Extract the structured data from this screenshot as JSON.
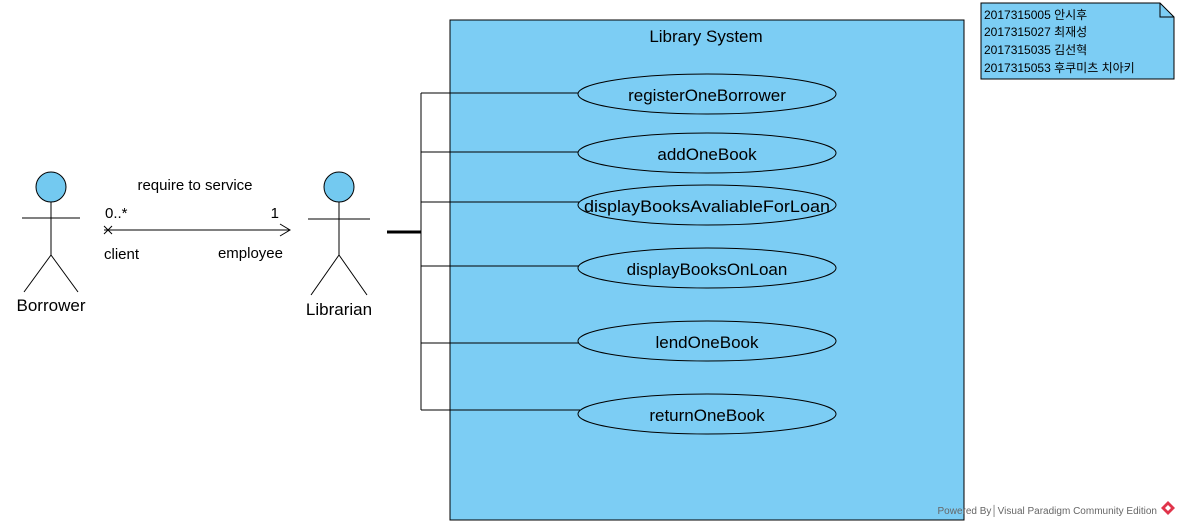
{
  "diagram": {
    "system_title": "Library System",
    "actors": [
      {
        "name": "Borrower"
      },
      {
        "name": "Librarian"
      }
    ],
    "association": {
      "name": "require to service",
      "source_multiplicity": "0..*",
      "target_multiplicity": "1",
      "source_role": "client",
      "target_role": "employee"
    },
    "use_cases": [
      {
        "label": "registerOneBorrower"
      },
      {
        "label": "addOneBook"
      },
      {
        "label": "displayBooksAvaliableForLoan"
      },
      {
        "label": "displayBooksOnLoan"
      },
      {
        "label": "lendOneBook"
      },
      {
        "label": "returnOneBook"
      }
    ],
    "note": {
      "lines": [
        "2017315005 안시후",
        "2017315027 최재성",
        "2017315035 김선혁",
        "2017315053 후쿠미츠 치아키"
      ]
    },
    "watermark": "Powered By│Visual Paradigm Community Edition",
    "colors": {
      "system_fill": "#7ccdf4",
      "actor_head": "#73c9f0",
      "logo": "#e0344b"
    }
  }
}
